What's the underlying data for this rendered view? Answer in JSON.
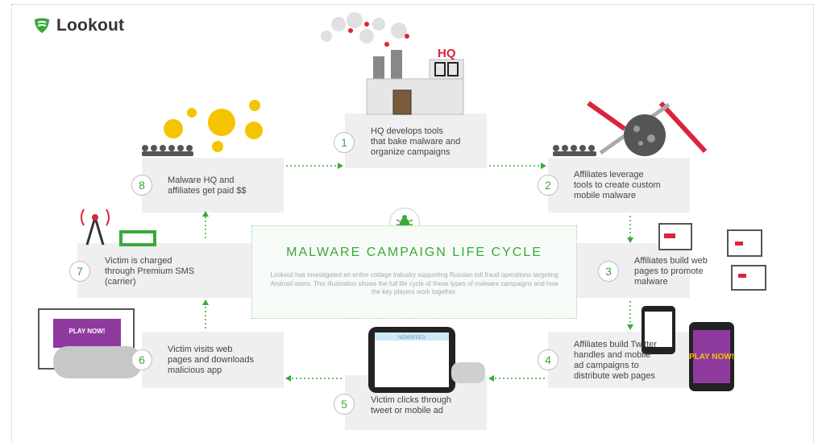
{
  "brand": {
    "name": "Lookout"
  },
  "center": {
    "title": "MALWARE CAMPAIGN LIFE CYCLE",
    "description": "Lookout has investigated an entire cottage industry supporting Russian toll fraud operations targeting Android users. This illustration shows the full life cycle of these types of malware campaigns and how the key players work together."
  },
  "hq": {
    "sign": "HQ"
  },
  "steps": [
    {
      "n": "1",
      "text_lines": [
        "HQ develops tools",
        "that bake malware and",
        "organize campaigns"
      ]
    },
    {
      "n": "2",
      "text_lines": [
        "Affiliates leverage",
        "tools to create custom",
        "mobile malware"
      ]
    },
    {
      "n": "3",
      "text_lines": [
        "Affiliates build web",
        "pages to promote",
        "malware"
      ]
    },
    {
      "n": "4",
      "text_lines": [
        "Affiliates build Twitter",
        "handles and mobile",
        "ad campaigns to",
        "distribute web pages"
      ]
    },
    {
      "n": "5",
      "text_lines": [
        "Victim clicks through",
        "tweet or mobile ad"
      ]
    },
    {
      "n": "6",
      "text_lines": [
        "Victim visits web",
        "pages and downloads",
        "malicious app"
      ]
    },
    {
      "n": "7",
      "text_lines": [
        "Victim is charged",
        "through Premium SMS",
        "(carrier)"
      ]
    },
    {
      "n": "8",
      "text_lines": [
        "Malware HQ and",
        "affiliates get paid $$"
      ]
    }
  ],
  "ads": {
    "play_now": "PLAY NOW!",
    "newsfeed": "NEWSFEED"
  },
  "colors": {
    "accent": "#3aa93a",
    "box": "#efefef",
    "red": "#d9253a",
    "gold": "#f5c400"
  }
}
